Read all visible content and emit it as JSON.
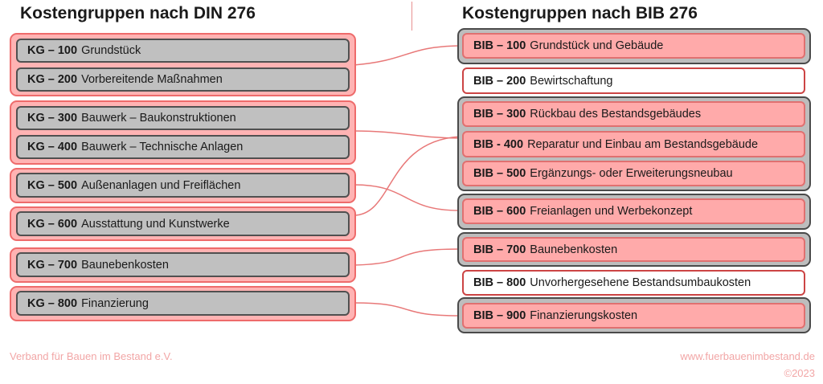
{
  "left": {
    "title": "Kostengruppen nach DIN 276",
    "items": [
      {
        "code": "KG – 100",
        "label": "Grundstück"
      },
      {
        "code": "KG – 200",
        "label": "Vorbereitende Maßnahmen"
      },
      {
        "code": "KG – 300",
        "label": "Bauwerk – Baukonstruktionen"
      },
      {
        "code": "KG – 400",
        "label": "Bauwerk – Technische Anlagen"
      },
      {
        "code": "KG – 500",
        "label": "Außenanlagen und Freiflächen"
      },
      {
        "code": "KG – 600",
        "label": "Ausstattung und Kunstwerke"
      },
      {
        "code": "KG – 700",
        "label": "Baunebenkosten"
      },
      {
        "code": "KG – 800",
        "label": "Finanzierung"
      }
    ]
  },
  "right": {
    "title": "Kostengruppen nach BIB 276",
    "items": [
      {
        "code": "BIB – 100",
        "label": "Grundstück und Gebäude"
      },
      {
        "code": "BIB – 200",
        "label": "Bewirtschaftung"
      },
      {
        "code": "BIB – 300",
        "label": "Rückbau des Bestandsgebäudes"
      },
      {
        "code": "BIB - 400",
        "label": "Reparatur und Einbau am Bestandsgebäude"
      },
      {
        "code": "BIB – 500",
        "label": "Ergänzungs- oder Erweiterungsneubau"
      },
      {
        "code": "BIB – 600",
        "label": "Freianlagen und Werbekonzept"
      },
      {
        "code": "BIB – 700",
        "label": "Baunebenkosten"
      },
      {
        "code": "BIB – 800",
        "label": "Unvorhergesehene Bestandsumbaukosten"
      },
      {
        "code": "BIB – 900",
        "label": "Finanzierungskosten"
      }
    ]
  },
  "footer": {
    "organization": "Verband für Bauen im Bestand e.V.",
    "website": "www.fuerbauenimbestand.de",
    "copyright": "©2023"
  },
  "colors": {
    "left_group_fill": "#ffb3b3",
    "left_item_fill": "#c0c0c0",
    "right_item_fill": "#ffaaaa",
    "right_group_fill": "#bdbdbd",
    "connector": "#e87878",
    "footer_text": "#f2a6a6"
  }
}
